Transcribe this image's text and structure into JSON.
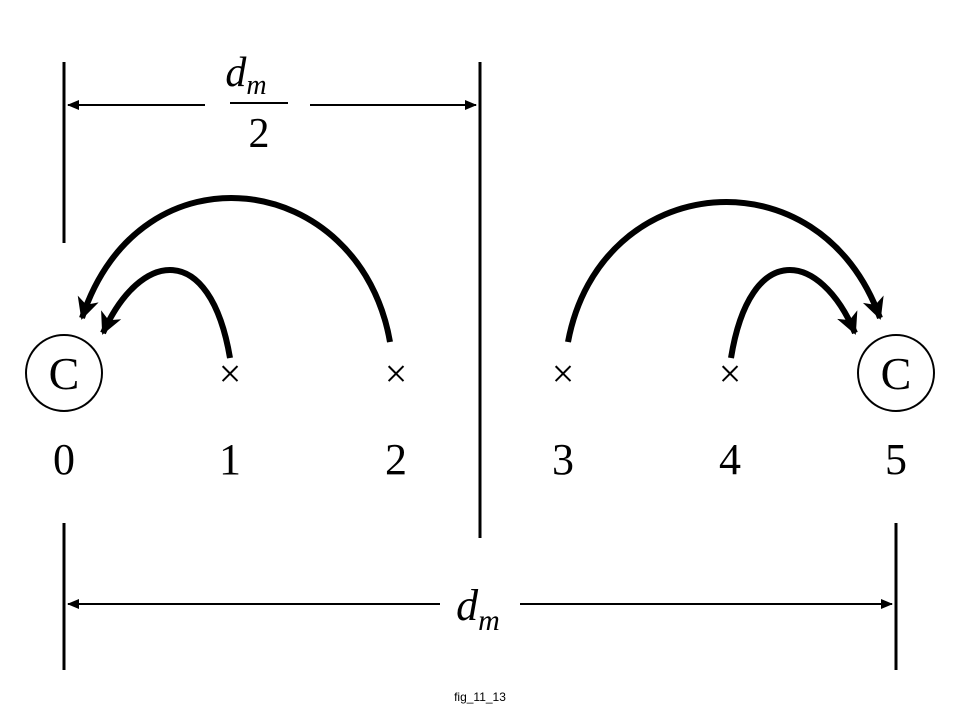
{
  "diagram": {
    "half_span_label": {
      "numerator": "d",
      "subscript": "m",
      "denominator": "2"
    },
    "full_span_label": {
      "symbol": "d",
      "subscript": "m"
    },
    "centers": [
      {
        "label": "C",
        "position": "0"
      },
      {
        "label": "C",
        "position": "5"
      }
    ],
    "points": [
      {
        "position": "0",
        "marker": ""
      },
      {
        "position": "1",
        "marker": "×"
      },
      {
        "position": "2",
        "marker": "×"
      },
      {
        "position": "3",
        "marker": "×"
      },
      {
        "position": "4",
        "marker": "×"
      },
      {
        "position": "5",
        "marker": ""
      }
    ],
    "caption": "fig_11_13"
  }
}
